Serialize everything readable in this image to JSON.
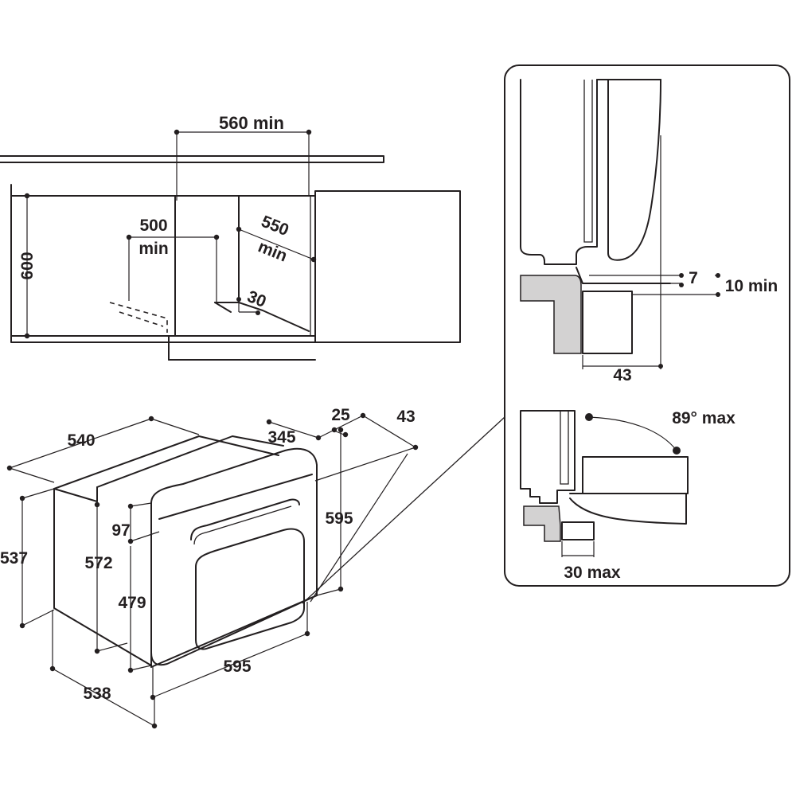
{
  "niche": {
    "width_label": "560 min",
    "depth_label_line1": "500",
    "depth_label_line2": "min",
    "diag_label_line1": "550",
    "diag_label_line2": "min",
    "height_label": "600",
    "gap_label": "30"
  },
  "oven": {
    "depth_top": "540",
    "rear_width": "345",
    "front_offset": "25",
    "door_depth": "43",
    "height_front": "595",
    "height_side": "537",
    "height_inner": "572",
    "control_panel": "97",
    "door_height": "479",
    "width_bottom": "595",
    "depth_bottom": "538"
  },
  "detail_top": {
    "gap_small": "7",
    "gap_min": "10 min",
    "depth": "43"
  },
  "detail_bottom": {
    "angle": "89° max",
    "clearance": "30 max"
  }
}
